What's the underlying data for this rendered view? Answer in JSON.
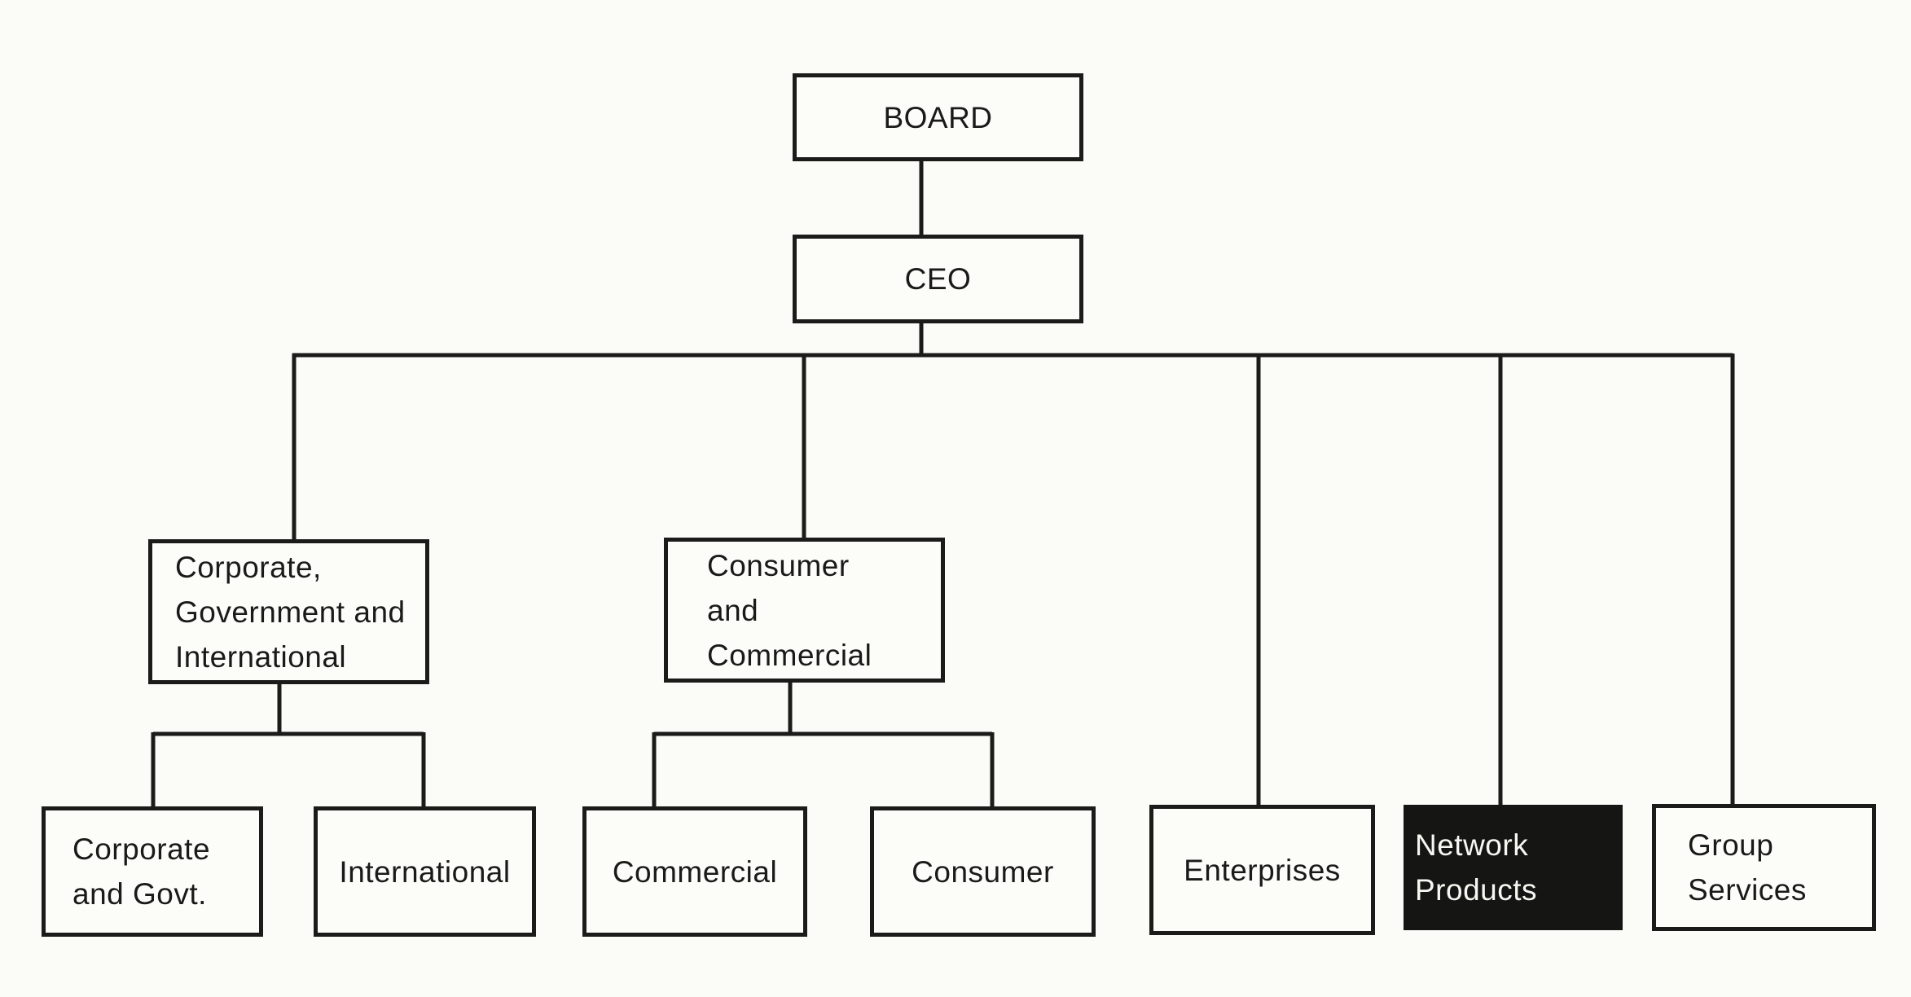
{
  "diagram": {
    "type": "org-chart",
    "colors": {
      "background": "#fbfbf7",
      "line": "#1b1b19",
      "box_background": "#fcfcf9",
      "box_border": "#1b1b19",
      "text": "#1a1a18",
      "highlight_box_background": "#151513",
      "highlight_box_text": "#f7f7f2"
    },
    "nodes": {
      "board": {
        "label": "BOARD"
      },
      "ceo": {
        "label": "CEO"
      },
      "corporate_government_international": {
        "label": "Corporate,\nGovernment and\nInternational"
      },
      "consumer_and_commercial": {
        "label": "Consumer\nand\nCommercial"
      },
      "corporate_and_govt": {
        "label": "Corporate\nand Govt."
      },
      "international": {
        "label": "International"
      },
      "commercial": {
        "label": "Commercial"
      },
      "consumer": {
        "label": "Consumer"
      },
      "enterprises": {
        "label": "Enterprises"
      },
      "network_products": {
        "label": "Network\nProducts",
        "highlighted": true
      },
      "group_services": {
        "label": "Group\nServices"
      }
    },
    "hierarchy": [
      {
        "parent": "BOARD",
        "children": [
          "CEO"
        ]
      },
      {
        "parent": "CEO",
        "children": [
          "Corporate, Government and International",
          "Consumer and Commercial",
          "Enterprises",
          "Network Products",
          "Group Services"
        ]
      },
      {
        "parent": "Corporate, Government and International",
        "children": [
          "Corporate and Govt.",
          "International"
        ]
      },
      {
        "parent": "Consumer and Commercial",
        "children": [
          "Commercial",
          "Consumer"
        ]
      }
    ]
  }
}
